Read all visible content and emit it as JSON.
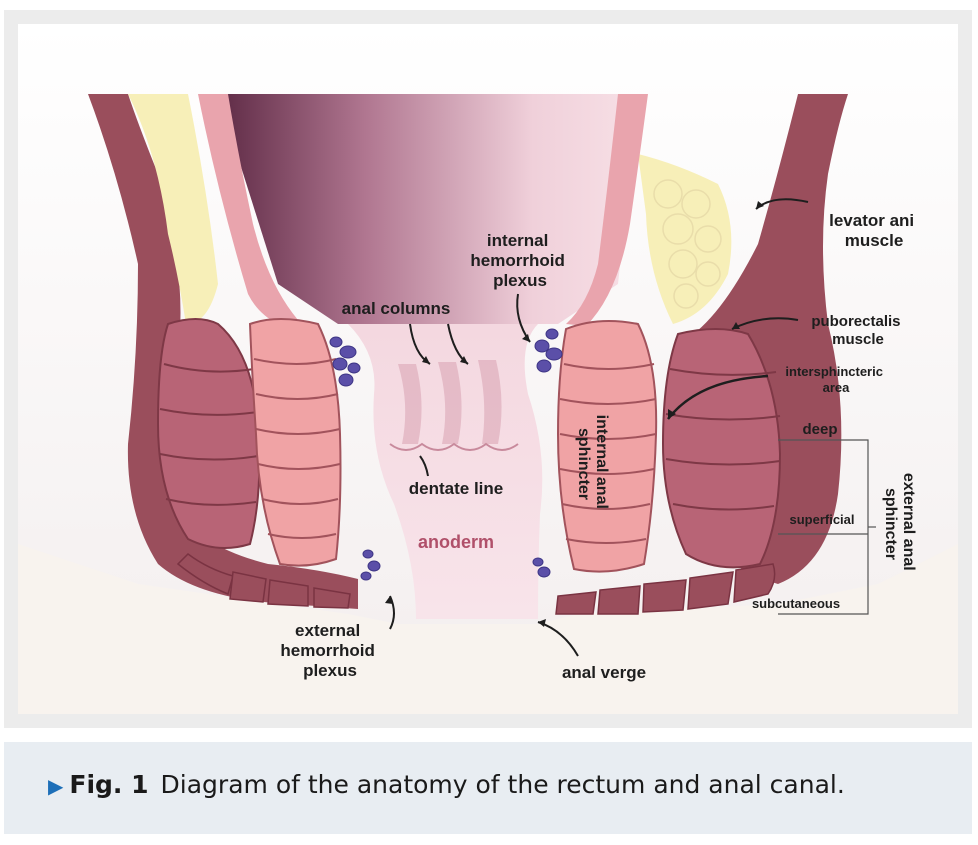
{
  "labels": {
    "internal_hemorrhoid_plexus": [
      "internal",
      "hemorrhoid",
      "plexus"
    ],
    "anal_columns": "anal columns",
    "levator_ani_muscle": [
      "levator ani",
      "muscle"
    ],
    "puborectalis_muscle": [
      "puborectalis",
      "muscle"
    ],
    "intersphincteric_area": [
      "intersphincteric",
      "area"
    ],
    "internal_anal_sphincter": [
      "internal anal",
      "sphincter"
    ],
    "deep": "deep",
    "superficial": "superficial",
    "subcutaneous": "subcutaneous",
    "external_anal_sphincter": [
      "external anal",
      "sphincter"
    ],
    "dentate_line": "dentate line",
    "anoderm": "anoderm",
    "external_hemorrhoid_plexus": [
      "external",
      "hemorrhoid",
      "plexus"
    ],
    "anal_verge": "anal verge"
  },
  "caption": {
    "marker": "▶",
    "label": "Fig. 1",
    "text": "Diagram of the anatomy of the rectum and anal canal."
  },
  "colors": {
    "muscle_dark": "#9a4e5c",
    "muscle_shade": "#c47886",
    "internal_sphincter": "#f0a3a5",
    "fat": "#f7efb8",
    "mucosa": "#f2d2da",
    "plexus": "#5b4fa8",
    "accent": "#1d6fb8",
    "caption_bg": "#e8edf2"
  }
}
